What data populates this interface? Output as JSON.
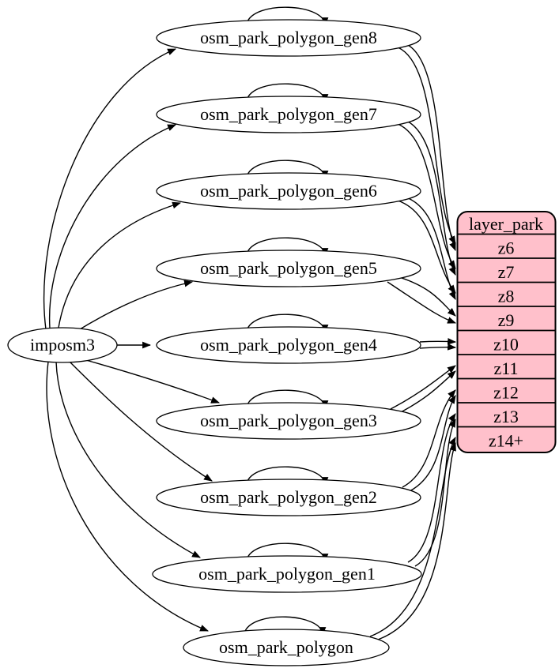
{
  "diagram": {
    "source_node": {
      "label": "imposm3"
    },
    "table_nodes": [
      {
        "label": "osm_park_polygon_gen8",
        "feeds_zoom": "z6"
      },
      {
        "label": "osm_park_polygon_gen7",
        "feeds_zoom": "z7"
      },
      {
        "label": "osm_park_polygon_gen6",
        "feeds_zoom": "z8"
      },
      {
        "label": "osm_park_polygon_gen5",
        "feeds_zoom": "z9"
      },
      {
        "label": "osm_park_polygon_gen4",
        "feeds_zoom": "z10"
      },
      {
        "label": "osm_park_polygon_gen3",
        "feeds_zoom": "z11"
      },
      {
        "label": "osm_park_polygon_gen2",
        "feeds_zoom": "z12"
      },
      {
        "label": "osm_park_polygon_gen1",
        "feeds_zoom": "z13"
      },
      {
        "label": "osm_park_polygon",
        "feeds_zoom": "z14+"
      }
    ],
    "layer_table": {
      "header": "layer_park",
      "rows": [
        "z6",
        "z7",
        "z8",
        "z9",
        "z10",
        "z11",
        "z12",
        "z13",
        "z14+"
      ]
    },
    "colors": {
      "layer_table_fill": "#ffc0cb",
      "node_fill": "#ffffff",
      "edge_stroke": "#000000",
      "background": "#ffffff"
    }
  }
}
